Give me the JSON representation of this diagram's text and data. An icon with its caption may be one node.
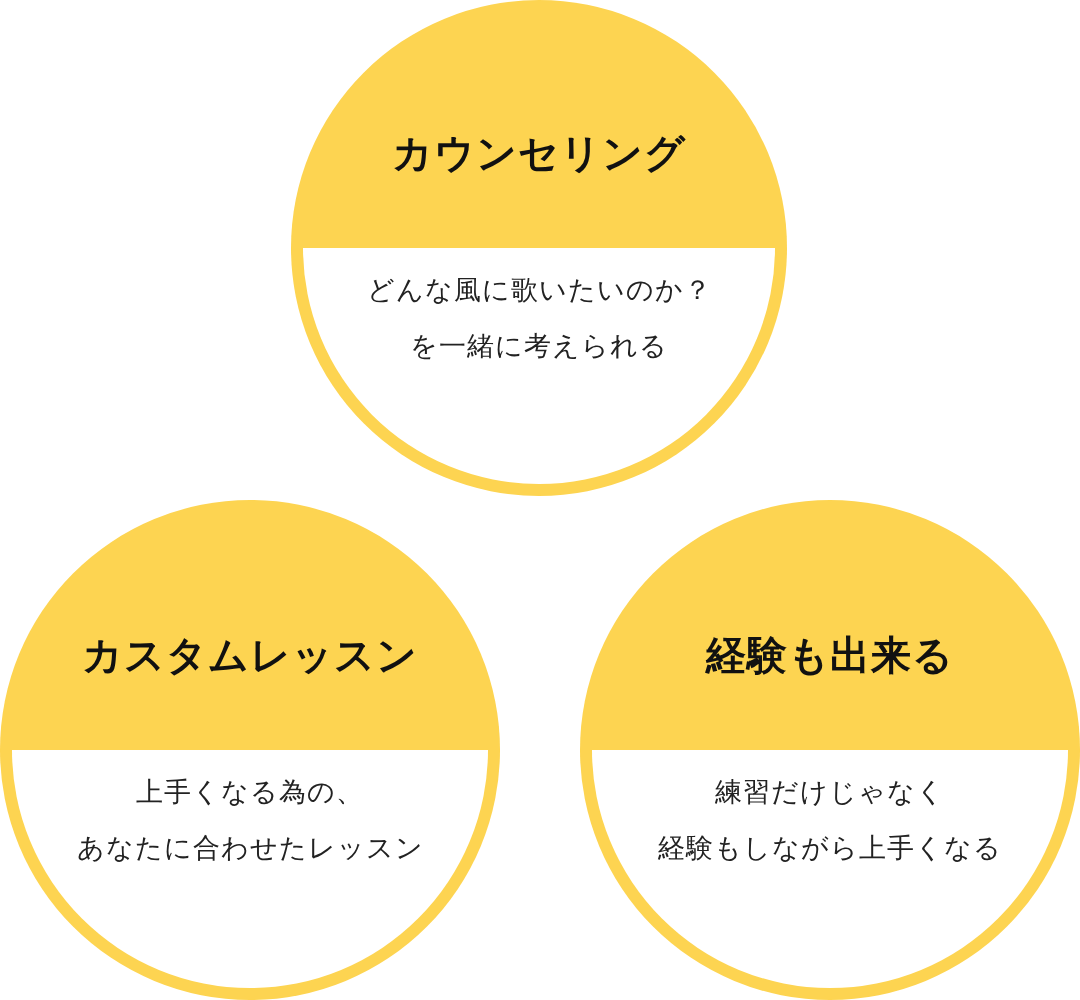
{
  "diagram": {
    "nodes": [
      {
        "text": [
          "カウンセリング",
          "どんな風に歌いたいのか？を一緒に考えられる"
        ]
      },
      {
        "text": [
          "カスタムレッスン",
          "上手くなる為の、あなたに合わせたレッスン"
        ]
      },
      {
        "text": [
          "経験も出来る",
          "練習だけじゃなく経験もしながら上手くなる"
        ]
      }
    ]
  }
}
